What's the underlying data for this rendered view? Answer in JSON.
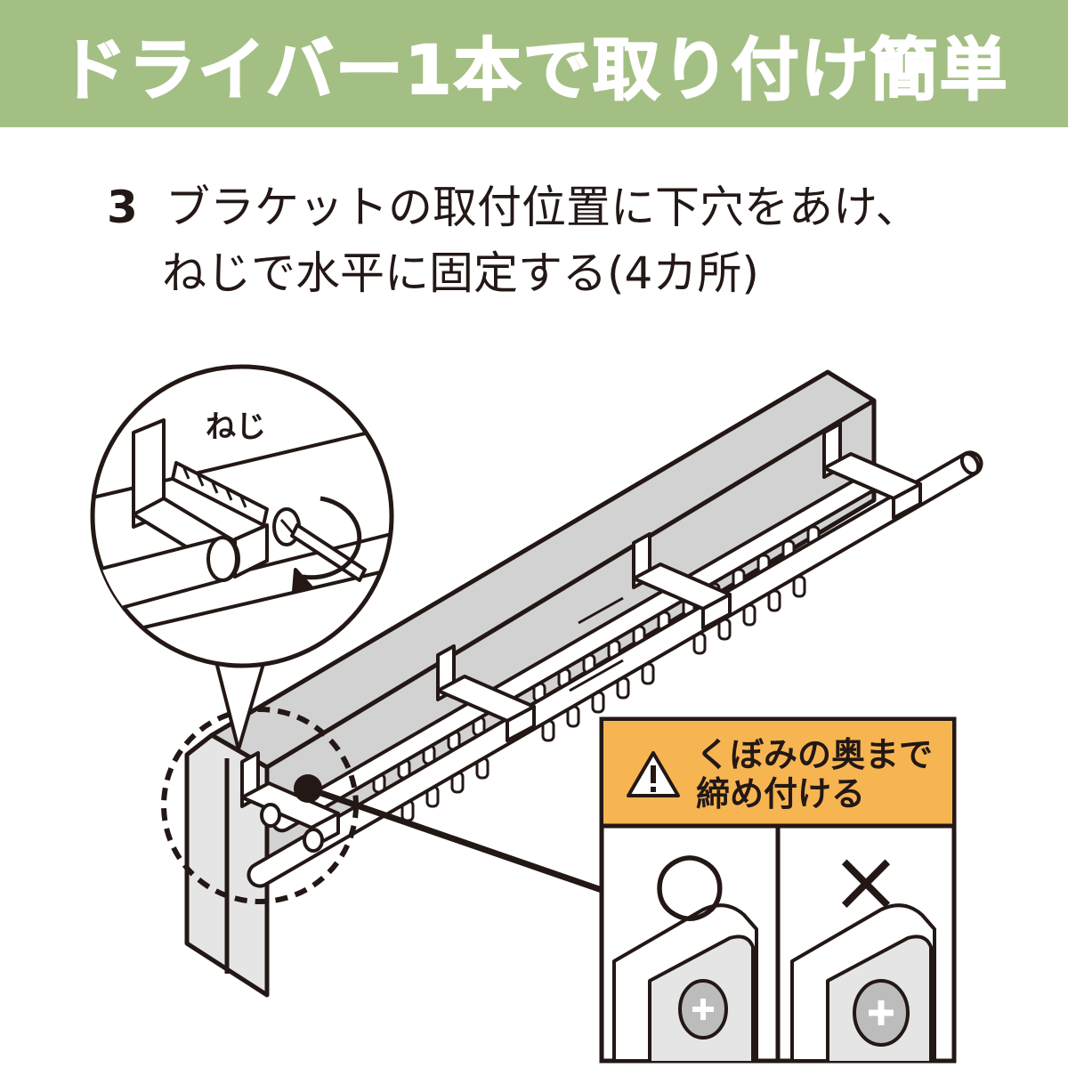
{
  "banner": {
    "title": "ドライバー1本で取り付け簡単",
    "background": "#a4bf84",
    "text_color": "#ffffff"
  },
  "instruction": {
    "step_number": "3",
    "line1": "ブラケットの取付位置に下穴をあけ、",
    "line2": "ねじで水平に固定する(4カ所)"
  },
  "detail": {
    "screw_label": "ねじ"
  },
  "warning": {
    "line1": "くぼみの奥まで",
    "line2": "締め付ける",
    "icon": "warning-triangle-icon",
    "header_color": "#f7b552",
    "good_mark": "○",
    "bad_mark": "×"
  }
}
